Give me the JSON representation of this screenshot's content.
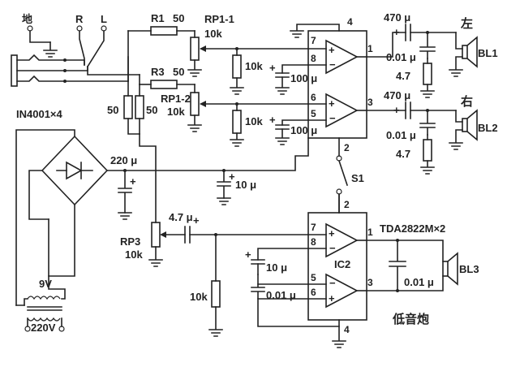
{
  "inputs": {
    "ground": "地",
    "right": "R",
    "left": "L"
  },
  "resistors": {
    "r1": {
      "ref": "R1",
      "value": "50"
    },
    "r3": {
      "ref": "R3",
      "value": "50"
    },
    "r_a": "50",
    "r_b": "50",
    "r_10k_1": "10k",
    "r_10k_2": "10k",
    "r_47_1": "4.7",
    "r_47_2": "4.7",
    "r_10k_bass": "10k"
  },
  "potentiometers": {
    "rp11": {
      "ref": "RP1-1",
      "value": "10k"
    },
    "rp12": {
      "ref": "RP1-2",
      "value": "10k"
    },
    "rp3": {
      "ref": "RP3",
      "value": "10k"
    }
  },
  "capacitors": {
    "c470_1": "470 μ",
    "c470_2": "470 μ",
    "c001_1": "0.01 μ",
    "c001_2": "0.01 μ",
    "c100_1": "100 μ",
    "c100_2": "100 μ",
    "c220": "220 μ",
    "c10_1": "10 μ",
    "c47": "4.7 μ",
    "c10_2": "10 μ",
    "c001_3": "0.01 μ",
    "c001_4": "0.01 μ"
  },
  "power": {
    "bridge": "IN4001×4",
    "ac_secondary": "9V",
    "ac_primary": "220V"
  },
  "speakers": {
    "bl1": "BL1",
    "bl2": "BL2",
    "bl3": "BL3"
  },
  "channels": {
    "left": "左",
    "right": "右",
    "bass": "低音炮"
  },
  "switch": "S1",
  "ic": {
    "ic2": "IC2",
    "part": "TDA2822M×2"
  },
  "pins": {
    "u1": [
      "4",
      "7",
      "8",
      "1",
      "6",
      "5",
      "3",
      "2"
    ],
    "u2": [
      "2",
      "7",
      "8",
      "1",
      "5",
      "6",
      "3",
      "4"
    ]
  },
  "signs": {
    "plus": "+",
    "minus": "−"
  }
}
